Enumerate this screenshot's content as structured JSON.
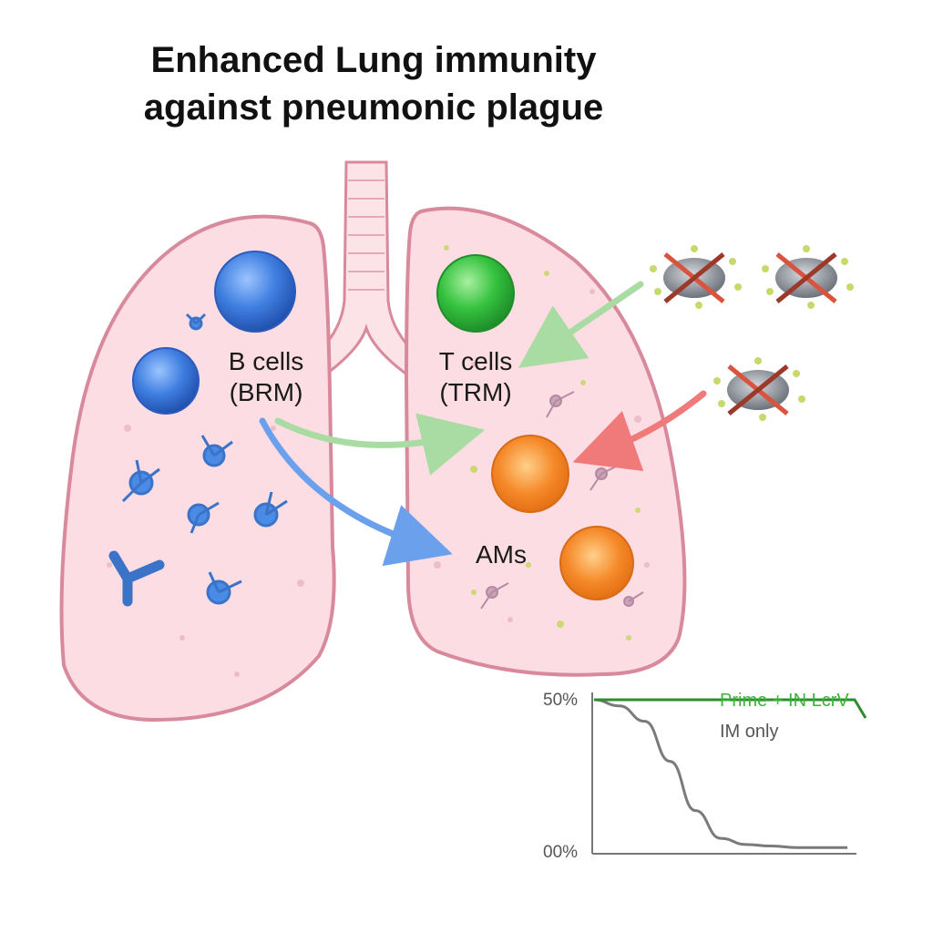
{
  "title": {
    "line1": "Enhanced Lung immunity",
    "line2": "against pneumonic plague"
  },
  "labels": {
    "b_cells_line1": "B cells",
    "b_cells_line2": "(BRM)",
    "t_cells_line1": "T cells",
    "t_cells_line2": "(TRM)",
    "ams": "AMs"
  },
  "colors": {
    "b_cell": "#3f7fe0",
    "t_cell": "#35c23f",
    "am": "#f58a2a",
    "lung_fill": "#fbdde3",
    "lung_stroke": "#d9899c",
    "green_arrow": "#a9dca3",
    "blue_arrow": "#6aa0ec",
    "red_arrow": "#f07a7a",
    "prime_line": "#2e8b2e",
    "im_line": "#7a7a7a"
  },
  "icons": {
    "blocked_bacteria": "bacteria-crossed-out-icon",
    "antibody": "antibody-y-icon"
  },
  "chart_data": {
    "type": "line",
    "y_tick_labels": [
      "50%",
      "00%"
    ],
    "series": [
      {
        "name": "Prime + IN LcrV",
        "color": "#2e8b2e",
        "x": [
          0,
          1,
          2,
          3,
          4,
          5,
          6,
          7,
          8,
          9,
          10
        ],
        "values": [
          50,
          50,
          50,
          50,
          50,
          50,
          50,
          50,
          50,
          50,
          50
        ]
      },
      {
        "name": "IM only",
        "color": "#7a7a7a",
        "x": [
          0,
          1,
          2,
          3,
          4,
          5,
          6,
          7,
          8,
          9,
          10
        ],
        "values": [
          50,
          48,
          43,
          30,
          14,
          5,
          3,
          2.5,
          2,
          2,
          2
        ]
      }
    ],
    "ylim": [
      0,
      50
    ],
    "xlim": [
      0,
      10
    ],
    "grid": false,
    "legend": "top-right inline labels"
  }
}
